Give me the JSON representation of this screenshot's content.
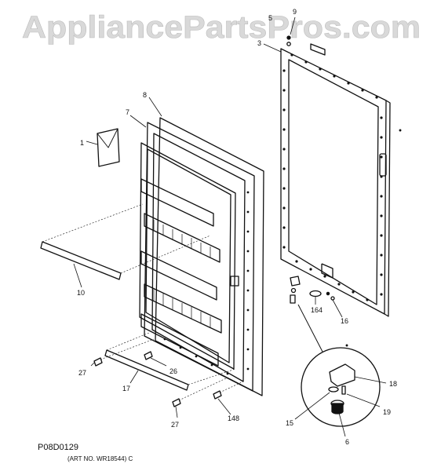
{
  "watermark": "AppliancePartsPros.com",
  "diagram_code": "P08D0129",
  "art_number": "(ART NO. WR18544) C",
  "callouts": {
    "c1": "1",
    "c3": "3",
    "c5": "5",
    "c6": "6",
    "c7": "7",
    "c8": "8",
    "c9": "9",
    "c10": "10",
    "c15": "15",
    "c16": "16",
    "c17": "17",
    "c18": "18",
    "c19": "19",
    "c26": "26",
    "c27a": "27",
    "c27b": "27",
    "c148": "148",
    "c164": "164"
  }
}
